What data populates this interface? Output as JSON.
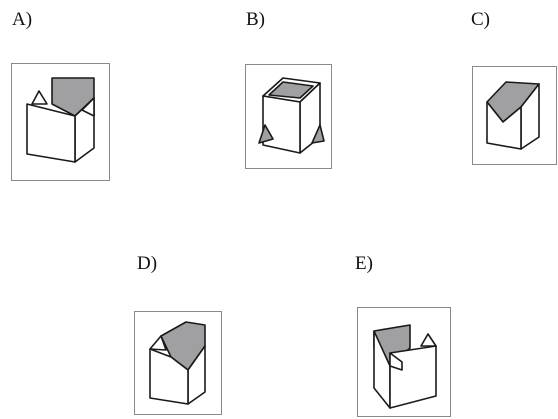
{
  "options": [
    {
      "label": "A)"
    },
    {
      "label": "B)"
    },
    {
      "label": "C)"
    },
    {
      "label": "D)"
    },
    {
      "label": "E)"
    }
  ],
  "colors": {
    "shade": "#a0a0a3",
    "frame": "#8a8a8a",
    "line": "#1a1a1a"
  }
}
